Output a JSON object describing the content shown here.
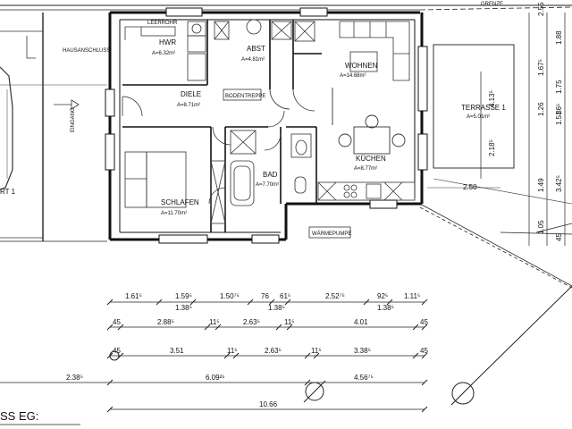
{
  "rooms": {
    "hwr": {
      "name": "HWR",
      "area": "A=6.32m²"
    },
    "abst": {
      "name": "ABST",
      "area": "A=4.81m²"
    },
    "wohnen": {
      "name": "WOHNEN",
      "area": "A=14.68m²"
    },
    "diele": {
      "name": "DIELE",
      "area": "A=8.71m²"
    },
    "kuchen": {
      "name": "KÜCHEN",
      "area": "A=8.77m²"
    },
    "bad": {
      "name": "BAD",
      "area": "A=7.70m²"
    },
    "schlafen": {
      "name": "SCHLAFEN",
      "area": "A=11.70m²"
    },
    "terrasse": {
      "name": "TERRASSE 1",
      "area": "A=5.01m²"
    }
  },
  "labels": {
    "grenze": "GRENZE",
    "leerrohr": "LEERROHR",
    "hausanschluss": "HAUSANSCHLUSS",
    "bodentreppe": "BODENTREPPE",
    "eingang": "EINGANG",
    "waermepumpe": "WÄRMEPUMPE",
    "plan_title": "SS EG:",
    "carport_fragment": "RT 1",
    "dim_250": "2.50"
  },
  "dims": {
    "row1": [
      "1.61⁵",
      "1.59⁵",
      "1.50⁷⁵",
      "76",
      "61⁵",
      "2.52⁷⁵",
      "92⁵",
      "1.11⁵"
    ],
    "row1_sub": [
      "1.38⁵",
      "1.38⁵",
      "1.38⁵"
    ],
    "row2": [
      "45",
      "2.88⁵",
      "11⁵",
      "2.63⁵",
      "11⁵",
      "4.01",
      "45"
    ],
    "row3": [
      "45",
      "3.51",
      "11⁵",
      "2.63⁵",
      "11⁵",
      "3.38⁵",
      "45"
    ],
    "row4": [
      "2.38⁵",
      "6.09²⁵",
      "4.56⁷⁵"
    ],
    "row5": [
      "10.66"
    ],
    "right": [
      "2.55",
      "1.88",
      "1.67⁵",
      "1.75",
      "1.26",
      "1.51",
      "86⁵",
      "1.49",
      "3.42⁵",
      "1.05",
      "45"
    ],
    "right_inner": [
      "4.13⁵",
      "2.18⁵"
    ]
  }
}
